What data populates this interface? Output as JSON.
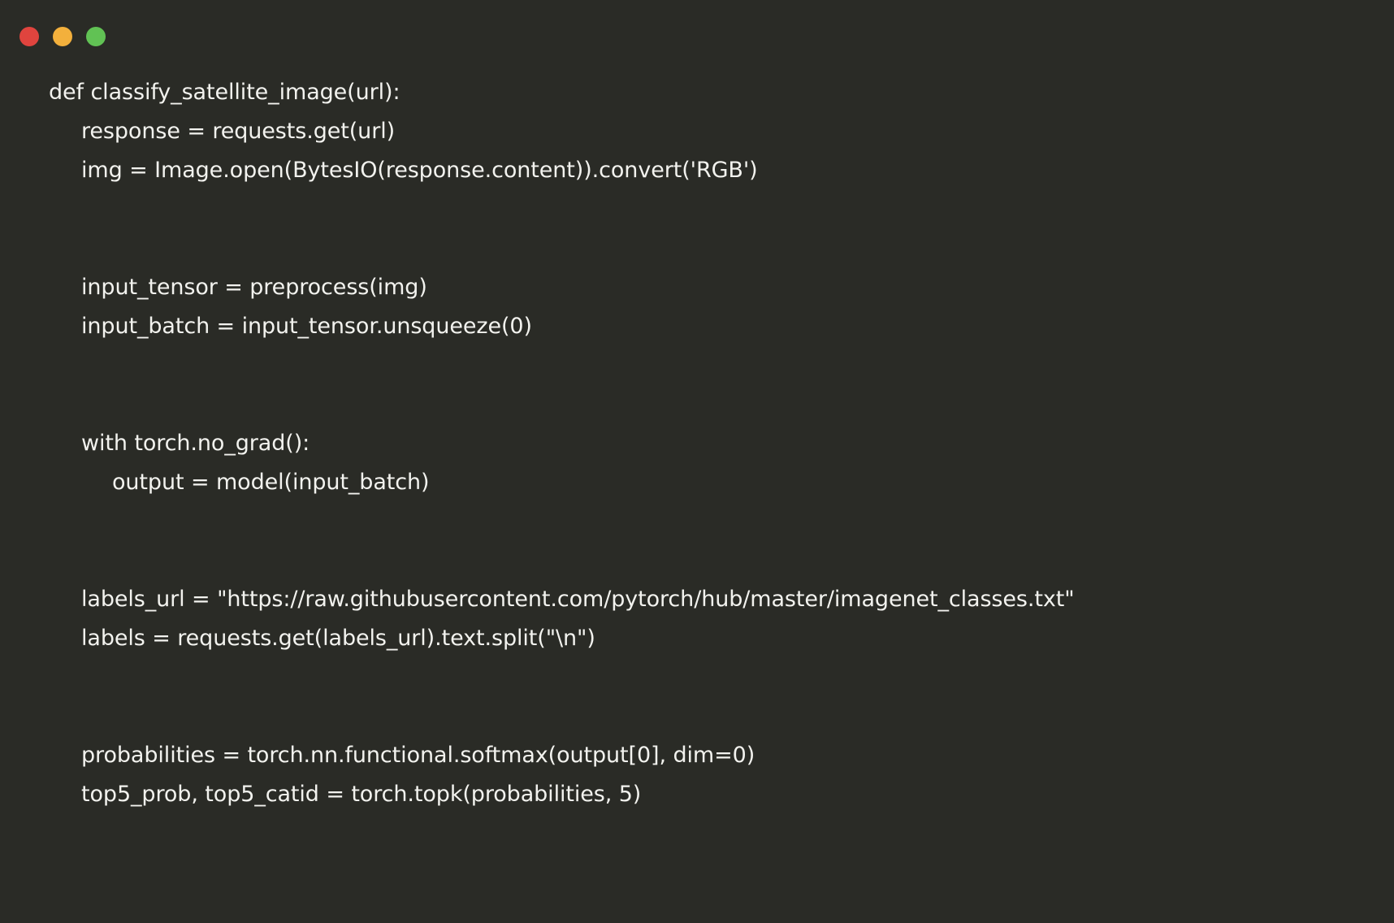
{
  "window": {
    "background_color": "#2a2b26",
    "text_color": "#f2f2ee",
    "title_bar": {
      "buttons": [
        {
          "name": "close",
          "label": "",
          "color": "#e0443e"
        },
        {
          "name": "minimize",
          "label": "",
          "color": "#f3b03c"
        },
        {
          "name": "zoom",
          "label": "",
          "color": "#61c254"
        }
      ]
    }
  },
  "code": {
    "language": "python",
    "lines": [
      {
        "indent": 0,
        "text": "def classify_satellite_image(url):"
      },
      {
        "indent": 1,
        "text": "response = requests.get(url)"
      },
      {
        "indent": 1,
        "text": "img = Image.open(BytesIO(response.content)).convert('RGB')"
      },
      {
        "indent": 0,
        "text": ""
      },
      {
        "indent": 0,
        "text": ""
      },
      {
        "indent": 1,
        "text": "input_tensor = preprocess(img)"
      },
      {
        "indent": 1,
        "text": "input_batch = input_tensor.unsqueeze(0)"
      },
      {
        "indent": 0,
        "text": ""
      },
      {
        "indent": 0,
        "text": ""
      },
      {
        "indent": 1,
        "text": "with torch.no_grad():"
      },
      {
        "indent": 2,
        "text": "output = model(input_batch)"
      },
      {
        "indent": 0,
        "text": ""
      },
      {
        "indent": 0,
        "text": ""
      },
      {
        "indent": 1,
        "text": "labels_url = \"https://raw.githubusercontent.com/pytorch/hub/master/imagenet_classes.txt\""
      },
      {
        "indent": 1,
        "text": "labels = requests.get(labels_url).text.split(\"\\n\")"
      },
      {
        "indent": 0,
        "text": ""
      },
      {
        "indent": 0,
        "text": ""
      },
      {
        "indent": 1,
        "text": "probabilities = torch.nn.functional.softmax(output[0], dim=0)"
      },
      {
        "indent": 1,
        "text": "top5_prob, top5_catid = torch.topk(probabilities, 5)"
      }
    ]
  }
}
